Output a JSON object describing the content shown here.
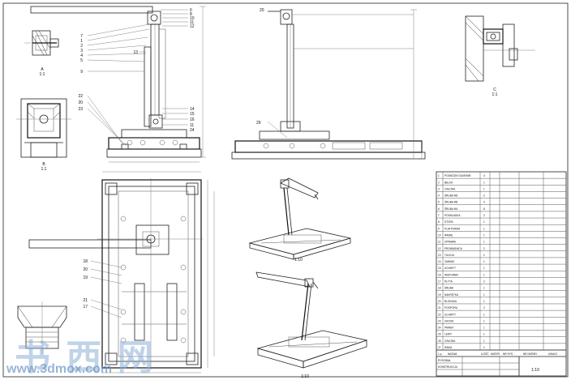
{
  "callouts_view1": [
    "6",
    "8",
    "10",
    "11",
    "12",
    "7",
    "1",
    "2",
    "3",
    "4",
    "5",
    "9",
    "14",
    "15",
    "16",
    "11",
    "13",
    "22",
    "20",
    "23",
    "24"
  ],
  "callouts_view2": [
    "20",
    "29"
  ],
  "callouts_view3": [
    "18",
    "20",
    "19",
    "21",
    "17"
  ],
  "view_labels": {
    "a_letter": "A",
    "a_scale": "1:1",
    "b_letter": "B",
    "b_scale": "1:1",
    "c_letter": "C",
    "c_scale": "1:1"
  },
  "iso_scales": [
    "1:10",
    "1:10"
  ],
  "bottom_scale": "1:10",
  "parts_rows": [
    {
      "no": "1",
      "name": "PODNÓŻKI GUMOWE",
      "qty": "4",
      "note": ""
    },
    {
      "no": "2",
      "name": "BELKA",
      "qty": "1",
      "note": ""
    },
    {
      "no": "3",
      "name": "OSŁONA",
      "qty": "1",
      "note": ""
    },
    {
      "no": "4",
      "name": "ŚRUBA M5",
      "qty": "2",
      "note": ""
    },
    {
      "no": "5",
      "name": "ŚRUBA M6",
      "qty": "4",
      "note": ""
    },
    {
      "no": "6",
      "name": "ŚRUBA M4",
      "qty": "8",
      "note": ""
    },
    {
      "no": "7",
      "name": "PODKŁADKA",
      "qty": "2",
      "note": ""
    },
    {
      "no": "8",
      "name": "STOPA",
      "qty": "1",
      "note": ""
    },
    {
      "no": "9",
      "name": "PLATFORMA",
      "qty": "1",
      "note": ""
    },
    {
      "no": "10",
      "name": "RAMIĘ",
      "qty": "1",
      "note": ""
    },
    {
      "no": "11",
      "name": "OPRAWA",
      "qty": "1",
      "note": ""
    },
    {
      "no": "12",
      "name": "PROWADNICA",
      "qty": "2",
      "note": ""
    },
    {
      "no": "13",
      "name": "TULEJA",
      "qty": "1",
      "note": ""
    },
    {
      "no": "14",
      "name": "ZAWIAS",
      "qty": "1",
      "note": ""
    },
    {
      "no": "15",
      "name": "UCHWYT",
      "qty": "1",
      "note": ""
    },
    {
      "no": "16",
      "name": "WSPORNIK",
      "qty": "1",
      "note": ""
    },
    {
      "no": "17",
      "name": "PŁYTA",
      "qty": "2",
      "note": ""
    },
    {
      "no": "18",
      "name": "ŚRUBA",
      "qty": "1",
      "note": ""
    },
    {
      "no": "19",
      "name": "NAKRĘTKA",
      "qty": "1",
      "note": ""
    },
    {
      "no": "20",
      "name": "BLOKADA",
      "qty": "1",
      "note": ""
    },
    {
      "no": "21",
      "name": "PODPORA",
      "qty": "2",
      "note": ""
    },
    {
      "no": "22",
      "name": "UCHWYT",
      "qty": "1",
      "note": ""
    },
    {
      "no": "23",
      "name": "ZACISK",
      "qty": "1",
      "note": ""
    },
    {
      "no": "24",
      "name": "PRAWY",
      "qty": "1",
      "note": ""
    },
    {
      "no": "25",
      "name": "LEWY",
      "qty": "1",
      "note": ""
    },
    {
      "no": "26",
      "name": "OSŁONA",
      "qty": "1",
      "note": ""
    },
    {
      "no": "27",
      "name": "RAMA",
      "qty": "1",
      "note": ""
    }
  ],
  "title_block": {
    "h_no": "L.p.",
    "h_name": "NAZWA",
    "h_qty": "ILOŚĆ",
    "h_mat": "MATER.",
    "h_drw": "NR RYS.",
    "h_norm": "NR NORMY",
    "h_remark": "UWAGI",
    "r1a": "RYSOWAŁ",
    "r2a": "KONSTRUKCJA",
    "scale": "1:10"
  },
  "watermark": {
    "cn": "书 西 网",
    "url": "www.3dmox.com"
  }
}
